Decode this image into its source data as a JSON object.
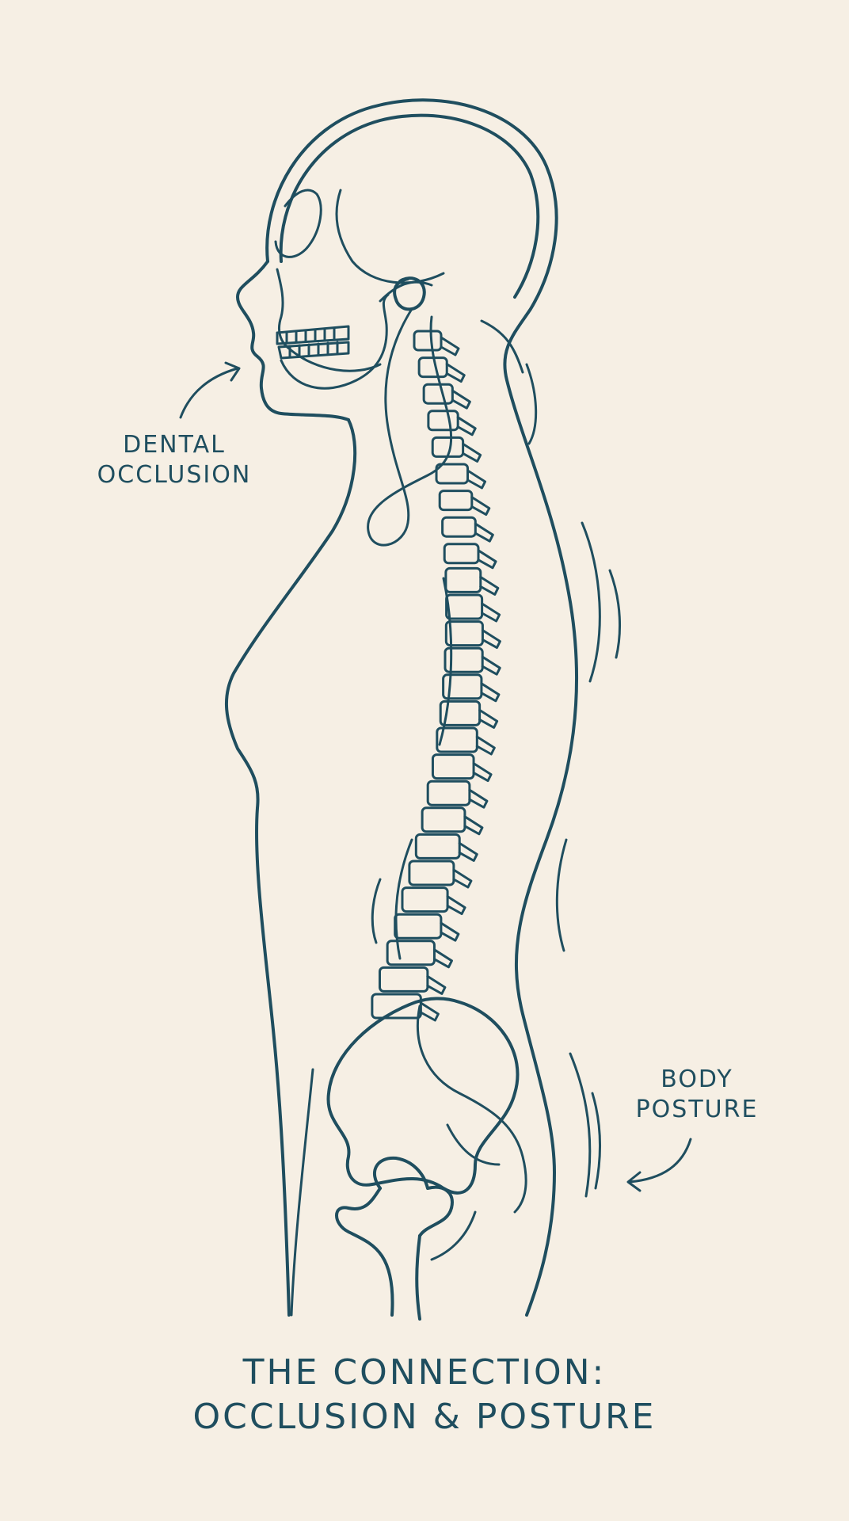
{
  "colors": {
    "background": "#f6efe4",
    "line": "#1f4e5f"
  },
  "labels": {
    "dental": {
      "line1": "DENTAL",
      "line2": "OCCLUSION"
    },
    "posture": {
      "line1": "BODY",
      "line2": "POSTURE"
    }
  },
  "title": {
    "line1": "THE CONNECTION:",
    "line2": "OCCLUSION & POSTURE"
  },
  "icons": [
    "skull-icon",
    "spine-icon",
    "pelvis-icon",
    "curved-arrow-icon"
  ]
}
